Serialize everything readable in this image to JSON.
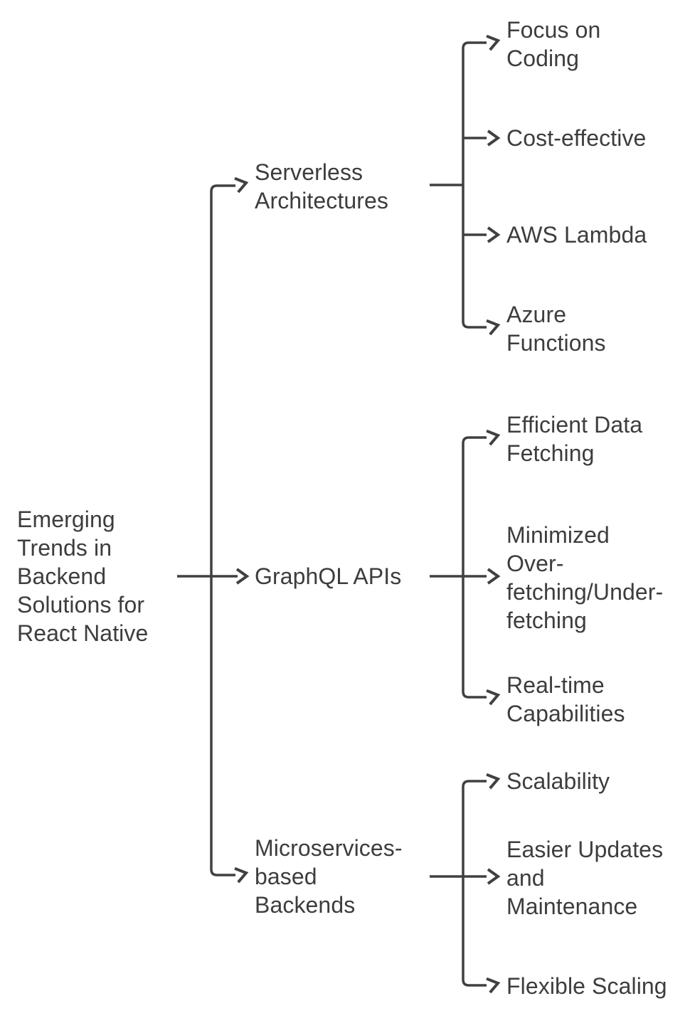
{
  "diagram": {
    "title": "Emerging Trends in Backend Solutions for React Native mind map",
    "root": {
      "label": "Emerging\nTrends in\nBackend\nSolutions for\nReact Native"
    },
    "branches": [
      {
        "label": "Serverless\nArchitectures",
        "children": [
          "Focus on\nCoding",
          "Cost-effective",
          "AWS Lambda",
          "Azure\nFunctions"
        ]
      },
      {
        "label": "GraphQL APIs",
        "children": [
          "Efficient Data\nFetching",
          "Minimized\nOver-\nfetching/Under-\nfetching",
          "Real-time\nCapabilities"
        ]
      },
      {
        "label": "Microservices-\nbased\nBackends",
        "children": [
          "Scalability",
          "Easier Updates\nand\nMaintenance",
          "Flexible Scaling"
        ]
      }
    ],
    "colors": {
      "line": "#404040",
      "text": "#3d3d3d",
      "background": "#ffffff"
    }
  }
}
